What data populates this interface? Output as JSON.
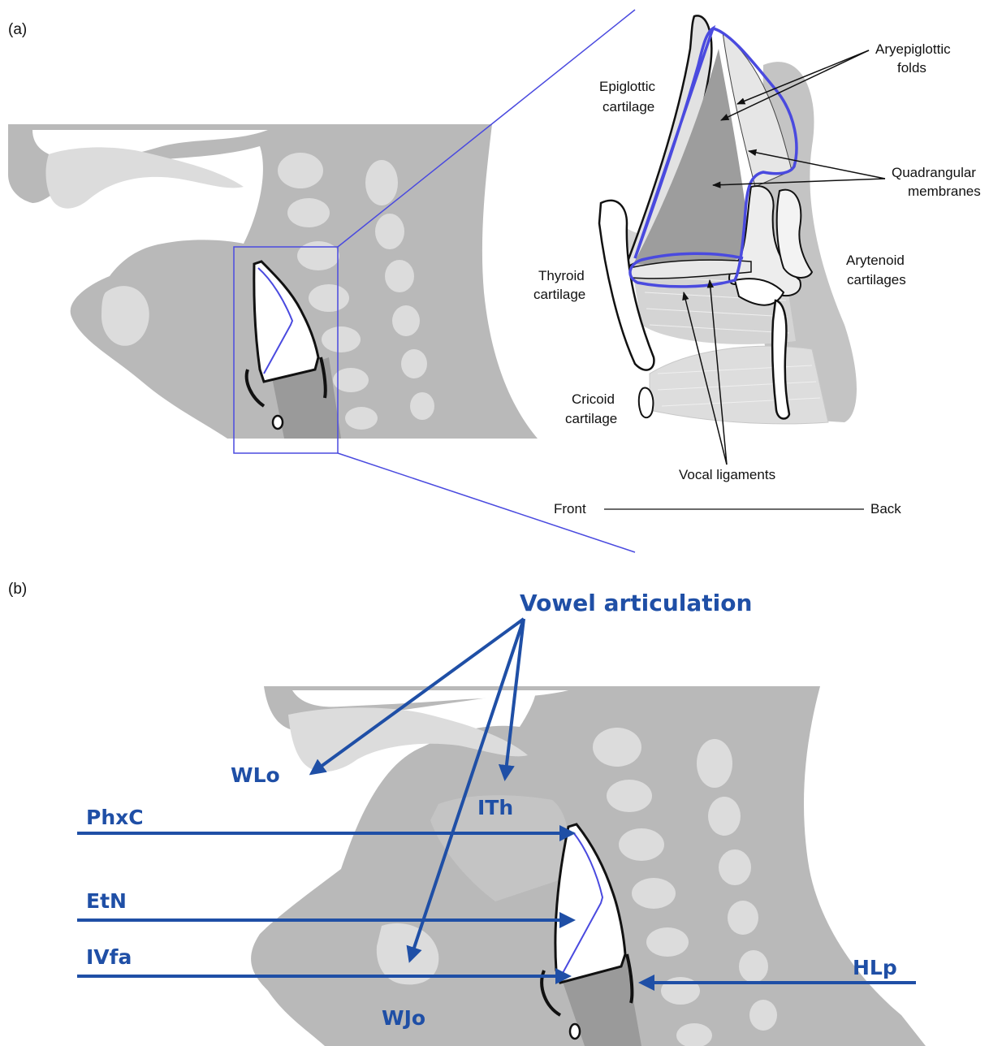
{
  "panel_a": {
    "label": "(a)",
    "labels": {
      "aryepiglottic": [
        "Aryepiglottic",
        "folds"
      ],
      "epiglottic": [
        "Epiglottic",
        "cartilage"
      ],
      "quadrangular": [
        "Quadrangular",
        "membranes"
      ],
      "thyroid": [
        "Thyroid",
        "cartilage"
      ],
      "arytenoid": [
        "Arytenoid",
        "cartilages"
      ],
      "cricoid": [
        "Cricoid",
        "cartilage"
      ],
      "vocal": "Vocal ligaments",
      "front": "Front",
      "back": "Back"
    }
  },
  "panel_b": {
    "label": "(b)",
    "labels": {
      "vowel": "Vowel articulation",
      "wlo": "WLo",
      "ith": "ITh",
      "phxc": "PhxC",
      "etn": "EtN",
      "ivfa": "IVfa",
      "hlp": "HLp",
      "wjo": "WJo"
    }
  },
  "colors": {
    "annotation_blue": "#1f4fa6",
    "outline_blue": "#4a4adf",
    "tissue_gray": "#b9b9b9",
    "bone_gray": "#dcdcdc"
  }
}
